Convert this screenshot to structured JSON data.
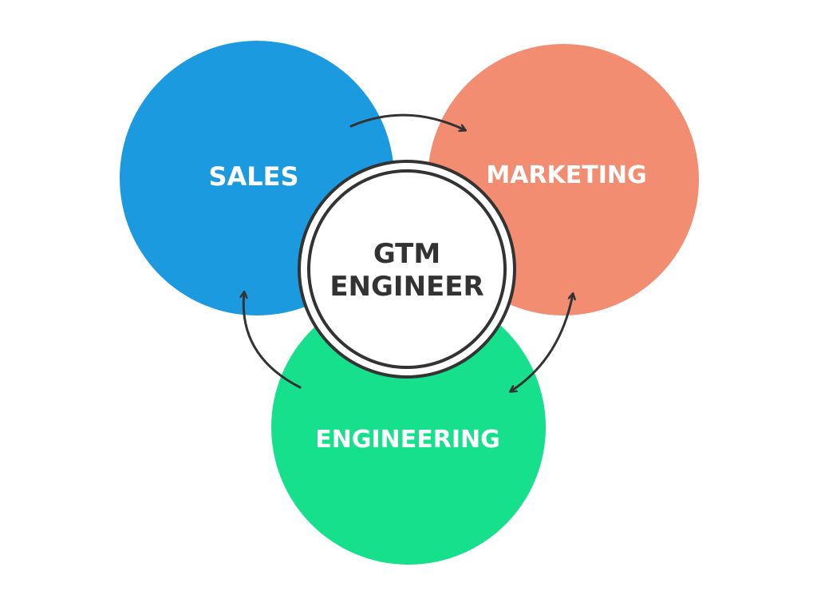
{
  "nodes": {
    "sales": {
      "label": "SALES",
      "color": "#1b9ae0"
    },
    "marketing": {
      "label": "MARKETING",
      "color": "#f28d72"
    },
    "engineering": {
      "label": "ENGINEERING",
      "color": "#17e08c"
    },
    "center": {
      "line1": "GTM",
      "line2": "ENGINEER",
      "fill": "#ffffff",
      "stroke": "#333333"
    }
  },
  "connections": [
    {
      "from": "sales",
      "to": "marketing",
      "direction": "one-way"
    },
    {
      "from": "marketing",
      "to": "engineering",
      "direction": "two-way"
    },
    {
      "from": "engineering",
      "to": "sales",
      "direction": "one-way"
    }
  ]
}
